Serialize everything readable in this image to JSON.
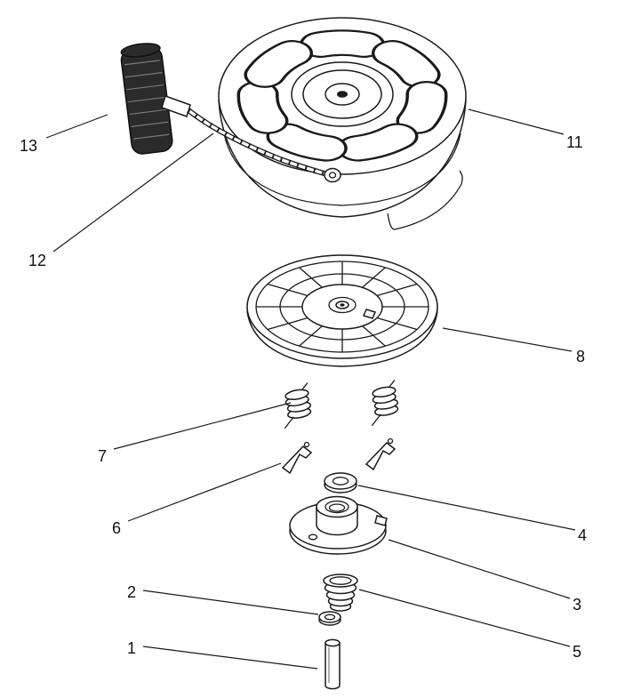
{
  "diagram": {
    "background_color": "#ffffff",
    "line_color": "#1a1a1a"
  },
  "callouts": [
    {
      "label": "1",
      "part_name": "pin"
    },
    {
      "label": "2",
      "part_name": "small-washer"
    },
    {
      "label": "3",
      "part_name": "pawl-retainer"
    },
    {
      "label": "4",
      "part_name": "washer"
    },
    {
      "label": "5",
      "part_name": "compression-spring"
    },
    {
      "label": "6",
      "part_name": "pawl"
    },
    {
      "label": "7",
      "part_name": "coil-spring"
    },
    {
      "label": "8",
      "part_name": "starter-pulley"
    },
    {
      "label": "11",
      "part_name": "recoil-housing"
    },
    {
      "label": "12",
      "part_name": "starter-rope"
    },
    {
      "label": "13",
      "part_name": "starter-handle"
    }
  ]
}
